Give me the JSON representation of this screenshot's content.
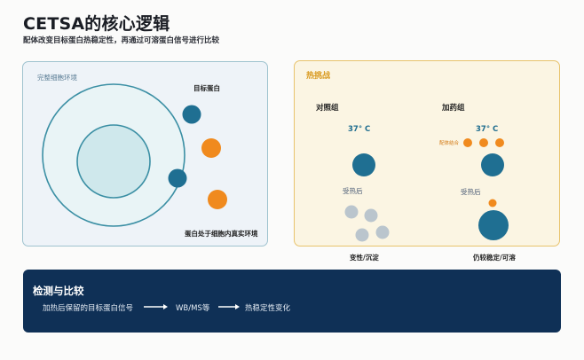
{
  "header": {
    "title": "CETSA的核心逻辑",
    "subtitle": "配体改变目标蛋白热稳定性，再通过可溶蛋白信号进行比较"
  },
  "cell_panel": {
    "label": "完整细胞环境",
    "target_label": "目标蛋白",
    "environment_label": "蛋白处于细胞内真实环境"
  },
  "heat_panel": {
    "title": "热挑战",
    "control_label": "对照组",
    "drug_label": "加药组",
    "temp_left": "37° C",
    "temp_right": "37° C",
    "ligand_label": "配体结合",
    "heated_left": "受热后",
    "heated_right": "受热后",
    "denatured_label": "变性/沉淀",
    "stable_label": "仍较稳定/可溶"
  },
  "detect_panel": {
    "title": "检测与比较",
    "steps": [
      "加热后保留的目标蛋白信号",
      "WB/MS等",
      "热稳定性变化"
    ]
  },
  "colors": {
    "protein_blue": "#1f6f92",
    "ligand_orange": "#f08a1e",
    "denatured_gray": "#bac5cd",
    "panel_navy": "#0f3056",
    "heat_border": "#e8c36c"
  }
}
